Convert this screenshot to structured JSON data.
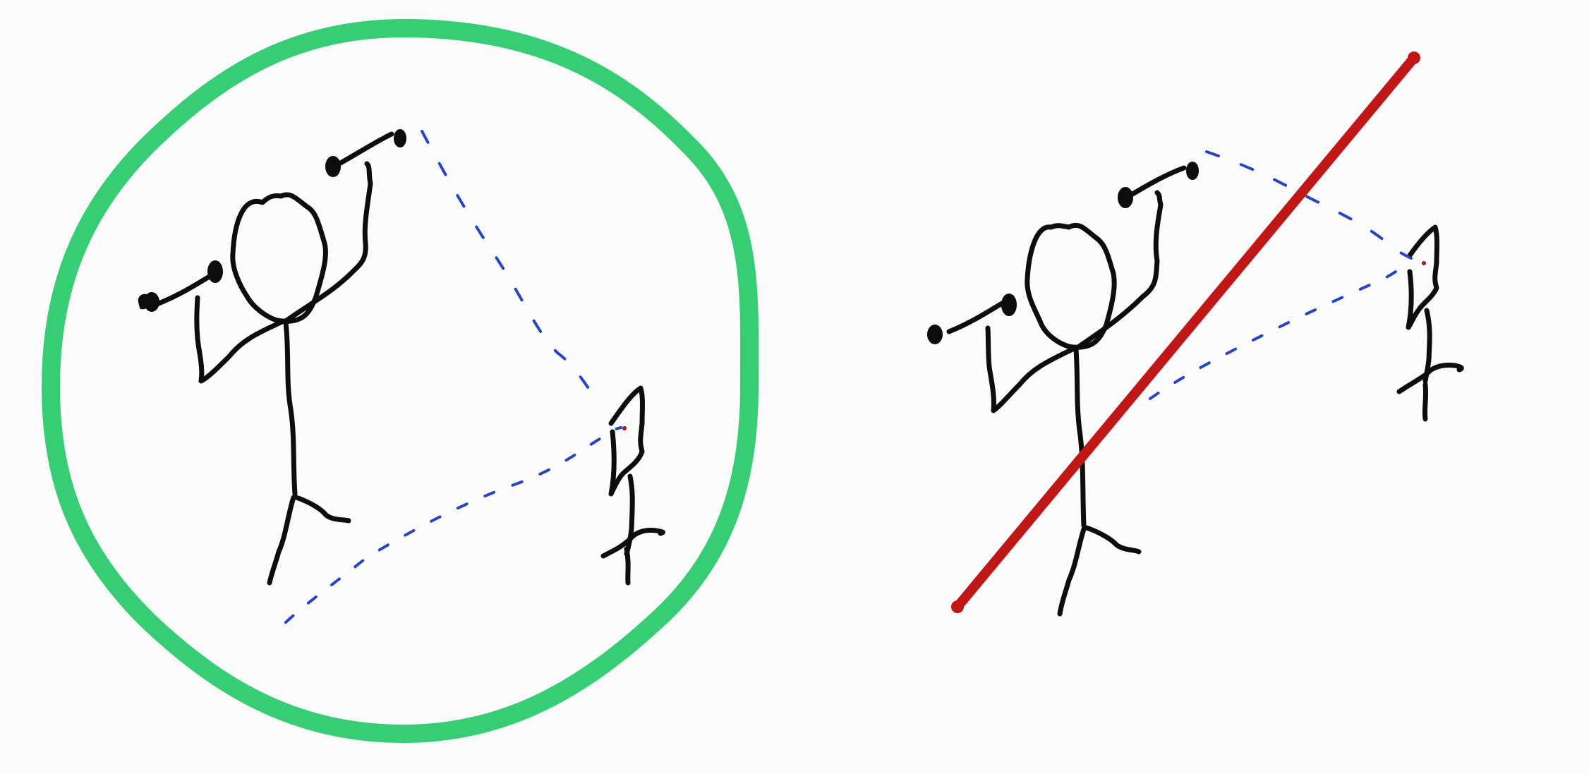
{
  "diagram": {
    "panels": [
      {
        "id": "correct",
        "mark": "circle",
        "mark_color": "#36cd74",
        "figures": [
          "adult-with-raised-phone",
          "child-viewer"
        ],
        "sight_lines_to_phone": "unobstructed"
      },
      {
        "id": "incorrect",
        "mark": "slash",
        "mark_color": "#c01616",
        "figures": [
          "adult-with-raised-phone",
          "child-viewer"
        ],
        "sight_lines_to_phone": "obstructed"
      }
    ],
    "colors": {
      "ink": "#0d0d0d",
      "sight_line": "#2644c8",
      "eye": "#b51414",
      "background": "#fbfbfc"
    }
  }
}
